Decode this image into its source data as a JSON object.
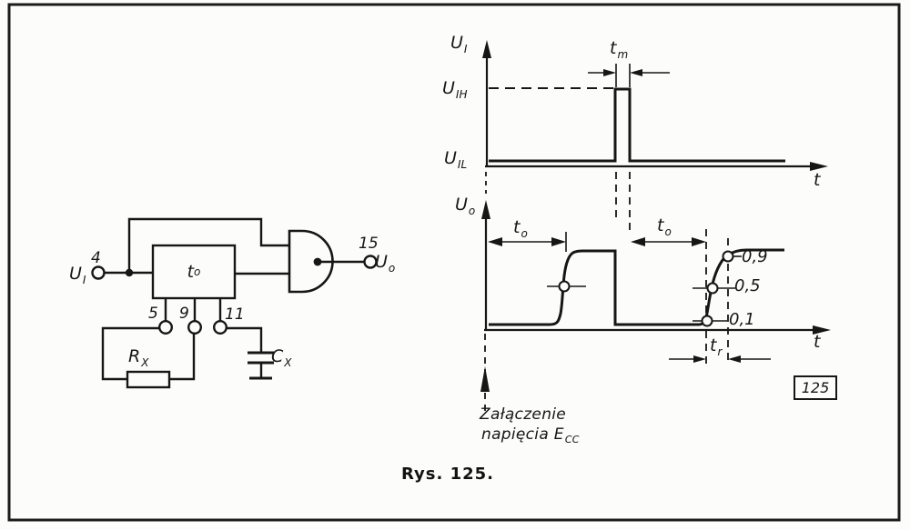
{
  "figure": {
    "caption": "Rys. 125.",
    "number_box": "125"
  },
  "circuit": {
    "input_signal": {
      "m": "U",
      "s": "I"
    },
    "input_pin": "4",
    "block": {
      "m": "t",
      "s": "o"
    },
    "pin_left": "5",
    "pin_mid": "9",
    "pin_right": "11",
    "output_pin": "15",
    "output_signal": {
      "m": "U",
      "s": "o"
    },
    "resistor": {
      "m": "R",
      "s": "X"
    },
    "capacitor": {
      "m": "C",
      "s": "X"
    }
  },
  "input_plot": {
    "y_label": {
      "m": "U",
      "s": "I"
    },
    "x_label": "t",
    "high_level": {
      "m": "U",
      "s": "IH"
    },
    "low_level": {
      "m": "U",
      "s": "IL"
    },
    "pulse_width": {
      "m": "t",
      "s": "m"
    }
  },
  "output_plot": {
    "y_label": {
      "m": "U",
      "s": "o"
    },
    "x_label": "t",
    "delay_left": {
      "m": "t",
      "s": "o"
    },
    "delay_right": {
      "m": "t",
      "s": "o"
    },
    "rise_time": {
      "m": "t",
      "s": "r"
    },
    "level_09": "0,9",
    "level_05": "0,5",
    "level_01": "0,1",
    "power_on_note": {
      "line1": "Załączenie",
      "line2_main": "napięcia E",
      "line2_sub": "CC"
    }
  }
}
